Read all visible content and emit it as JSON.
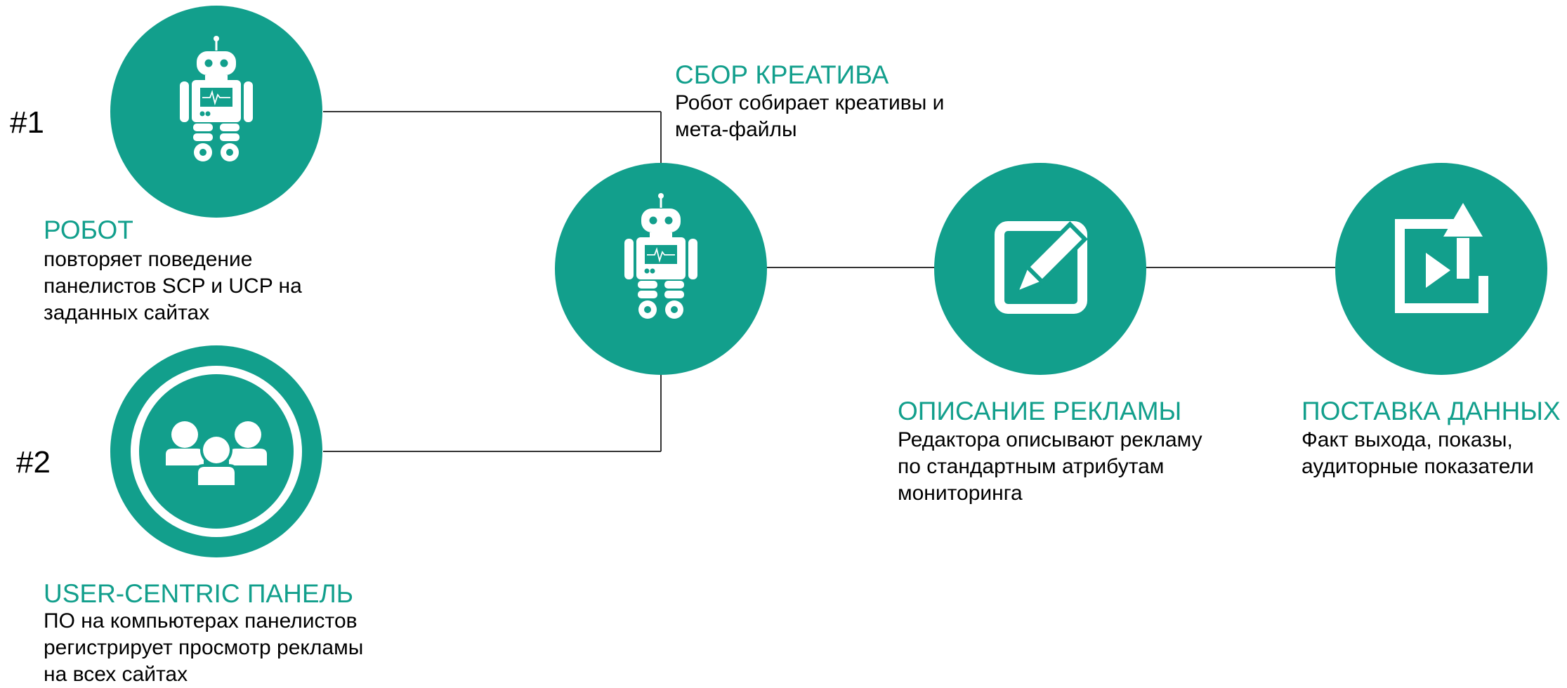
{
  "colors": {
    "accent": "#129F8C",
    "connector": "#333333",
    "text": "#000000"
  },
  "labels": {
    "step1": "#1",
    "step2": "#2"
  },
  "nodes": {
    "robot": {
      "icon": "robot-icon",
      "title": "РОБОТ",
      "lines": [
        "повторяет поведение",
        "панелистов SCP и UCP на",
        "заданных сайтах"
      ]
    },
    "panel": {
      "icon": "users-group-icon",
      "title": "USER-CENTRIC ПАНЕЛЬ",
      "lines": [
        "ПО на компьютерах панелистов",
        "регистрирует просмотр рекламы",
        "на всех сайтах"
      ]
    },
    "collect": {
      "icon": "robot-icon",
      "title": "СБОР КРЕАТИВА",
      "lines": [
        "Робот собирает креативы и",
        "мета-файлы"
      ]
    },
    "describe": {
      "icon": "edit-pencil-icon",
      "title": "ОПИСАНИЕ РЕКЛАМЫ",
      "lines": [
        "Редактора описывают рекламу",
        "по стандартным атрибутам",
        "мониторинга"
      ]
    },
    "deliver": {
      "icon": "export-video-icon",
      "title": "ПОСТАВКА ДАННЫХ",
      "lines": [
        "Факт выхода, показы,",
        "аудиторные показатели"
      ]
    }
  }
}
